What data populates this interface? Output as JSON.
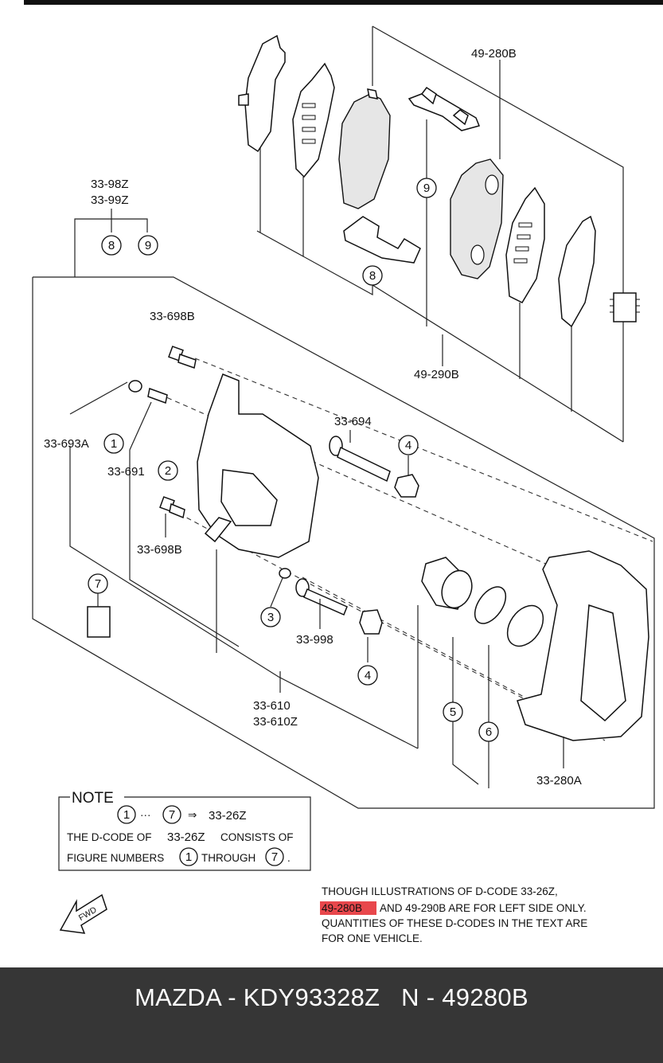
{
  "labels": {
    "kit_49280b": "49-280B",
    "kit_49290b": "49-290B",
    "clip_set_a": "33-98Z",
    "clip_set_b": "33-99Z",
    "bolt_upper": "33-698B",
    "bolt_lower": "33-698B",
    "dust_cap": "33-693A",
    "bleeder": "33-691",
    "pin_upper": "33-694",
    "pin_lower": "33-998",
    "caliper_a": "33-610",
    "caliper_b": "33-610Z",
    "bracket": "33-280A"
  },
  "callouts": [
    "1",
    "2",
    "3",
    "4",
    "5",
    "6",
    "7",
    "8",
    "9"
  ],
  "note": {
    "title": "NOTE",
    "range_from": "1",
    "range_sep": "···",
    "range_to": "7",
    "arrow": "⇒",
    "code": "33-26Z",
    "line2_a": "THE D-CODE OF",
    "line2_code": "33-26Z",
    "line2_b": "CONSISTS OF",
    "line3_a": "FIGURE NUMBERS",
    "line3_from": "1",
    "line3_b": "THROUGH",
    "line3_to": "7",
    "line3_end": "."
  },
  "disclaimer": {
    "line1": "THOUGH ILLUSTRATIONS OF D-CODE 33-26Z,",
    "highlight": "49-280B",
    "line2_rest": "AND 49-290B ARE FOR LEFT SIDE ONLY.",
    "line3": "QUANTITIES OF THESE D-CODES IN THE TEXT ARE",
    "line4": "FOR ONE VEHICLE."
  },
  "fwd_label": "FWD",
  "footer": {
    "caption": "MAZDA - KDY93328Z   N - 49280B"
  },
  "colors": {
    "highlight": "#e8474c",
    "footer_bg": "#363636",
    "footer_text": "#ffffff"
  }
}
